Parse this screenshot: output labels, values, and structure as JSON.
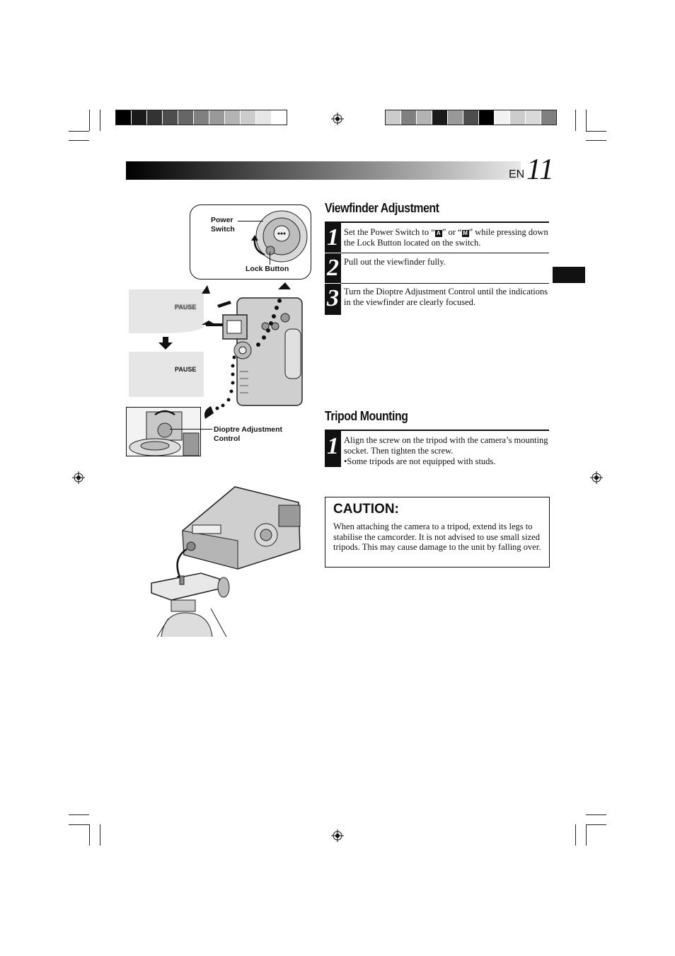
{
  "header": {
    "lang": "EN",
    "page_number": "11"
  },
  "viewfinder": {
    "title": "Viewfinder Adjustment",
    "steps": [
      {
        "num": "1",
        "text_a": "Set the Power Switch to “",
        "icon_a": "A",
        "text_b": "” or “",
        "icon_b": "M",
        "text_c": "” while pressing down the Lock Button located on the switch."
      },
      {
        "num": "2",
        "text": "Pull out the viewfinder fully."
      },
      {
        "num": "3",
        "text": "Turn the Dioptre Adjustment Control until the indications in the viewfinder are clearly focused."
      }
    ]
  },
  "tripod": {
    "title": "Tripod Mounting",
    "steps": [
      {
        "num": "1",
        "text": "Align the screw on the tripod with the camera’s mounting socket. Then tighten the screw.",
        "bullet": "•Some tripods are not equipped with studs."
      }
    ]
  },
  "caution": {
    "title": "CAUTION:",
    "text": "When attaching the camera to a tripod, extend its legs to stabilise the camcorder. It is not advised to use small sized tripods. This may cause damage to the unit by falling over."
  },
  "illustration": {
    "power_switch_label": "Power Switch",
    "lock_button_label": "Lock Button",
    "dioptre_label": "Dioptre Adjustment Control",
    "pause_blurred": "PAUSE",
    "pause_focused": "PAUSE"
  },
  "colors": {
    "color_bar_left": [
      "#000000",
      "#1a1a1a",
      "#333333",
      "#4d4d4d",
      "#666666",
      "#808080",
      "#999999",
      "#b3b3b3",
      "#cccccc",
      "#e6e6e6",
      "#ffffff"
    ],
    "color_bar_right": [
      "#cccccc",
      "#808080",
      "#b3b3b3",
      "#1a1a1a",
      "#999999",
      "#4d4d4d",
      "#000000",
      "#f2f2f2",
      "#cccccc",
      "#d9d9d9",
      "#808080"
    ]
  }
}
